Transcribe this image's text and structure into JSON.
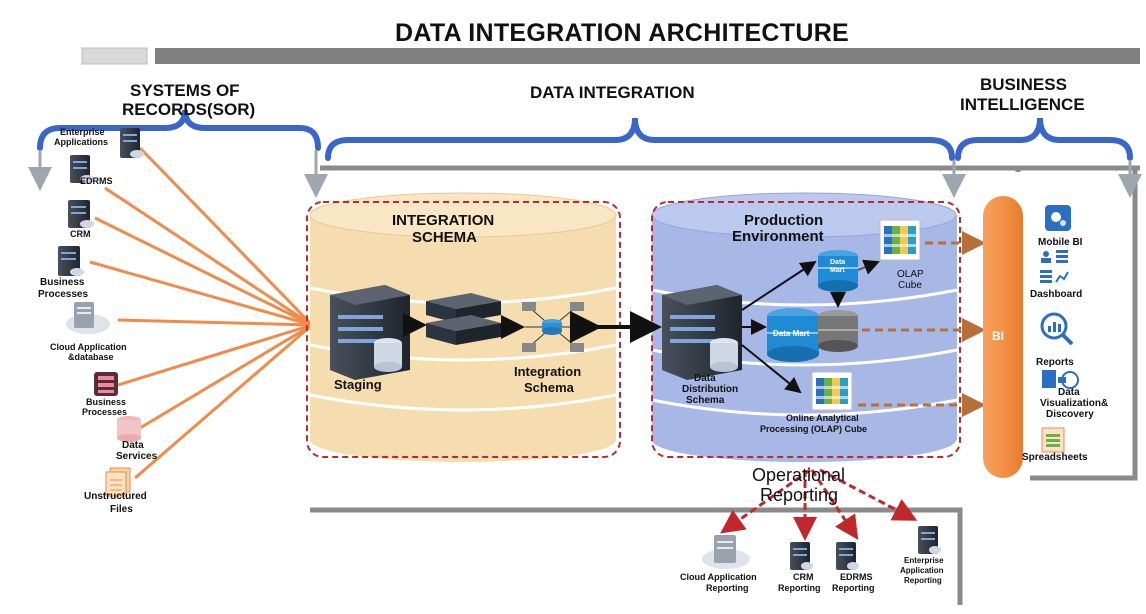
{
  "title": "DATA INTEGRATION ARCHITECTURE",
  "sections": {
    "sor_line1": "SYSTEMS OF",
    "sor_line2": "RECORDS(SOR)",
    "di": "DATA INTEGRATION",
    "bi_line1": "BUSINESS",
    "bi_line2": "INTELLIGENCE"
  },
  "sources": [
    {
      "line1": "Enterprise",
      "line2": "Applications",
      "icon": "server-icon"
    },
    {
      "line1": "EDRMS",
      "line2": "",
      "icon": "server-icon"
    },
    {
      "line1": "CRM",
      "line2": "",
      "icon": "server-icon"
    },
    {
      "line1": "Business",
      "line2": "Processes",
      "icon": "server-icon"
    },
    {
      "line1": "Cloud Application",
      "line2": "&database",
      "icon": "cloud-server-icon"
    },
    {
      "line1": "Business",
      "line2": "Processes",
      "icon": "process-icon"
    },
    {
      "line1": "Data",
      "line2": "Services",
      "icon": "database-icon"
    },
    {
      "line1": "Unstructured",
      "line2": "Files",
      "icon": "files-icon"
    }
  ],
  "integration": {
    "heading_line1": "INTEGRATION",
    "heading_line2": "SCHEMA",
    "staging": "Staging",
    "schema_line1": "Integration",
    "schema_line2": "Schema"
  },
  "production": {
    "heading_line1": "Production",
    "heading_line2": "Environment",
    "dds_line1": "Data",
    "dds_line2": "Distribution",
    "dds_line3": "Schema",
    "mart1_line1": "Data",
    "mart1_line2": "Mart",
    "mart2": "Data Mart",
    "olap_line1": "OLAP",
    "olap_line2": "Cube",
    "olap_full_line1": "Online Analytical",
    "olap_full_line2": "Processing (OLAP) Cube"
  },
  "bi_label": "BI",
  "bi_outputs": [
    {
      "line1": "Mobile BI",
      "line2": "",
      "icon": "mobile-bi-icon"
    },
    {
      "line1": "Dashboard",
      "line2": "",
      "icon": "dashboard-icon"
    },
    {
      "line1": "Reports",
      "line2": "",
      "icon": "reports-icon"
    },
    {
      "line1": "Data",
      "line2": "Visualization&",
      "line3": "Discovery",
      "icon": "visualization-icon"
    },
    {
      "line1": "Spreadsheets",
      "line2": "",
      "icon": "spreadsheet-icon"
    }
  ],
  "operational": {
    "line1": "Operational",
    "line2": "Reporting"
  },
  "reporting": [
    {
      "line1": "Cloud Application",
      "line2": "Reporting"
    },
    {
      "line1": "CRM",
      "line2": "Reporting"
    },
    {
      "line1": "EDRMS",
      "line2": "Reporting"
    },
    {
      "line1": "Enterprise",
      "line2": "Application",
      "line3": "Reporting"
    }
  ],
  "colors": {
    "bracket": "#3a66c9",
    "source_arrow": "#f28a4a",
    "integration_db": "#f6ddb0",
    "production_db": "#a7b7e6",
    "bi_pill": "#f39046",
    "dashed_box": "#c0282c",
    "server": "#2c3440",
    "gray_bar": "#808080"
  }
}
